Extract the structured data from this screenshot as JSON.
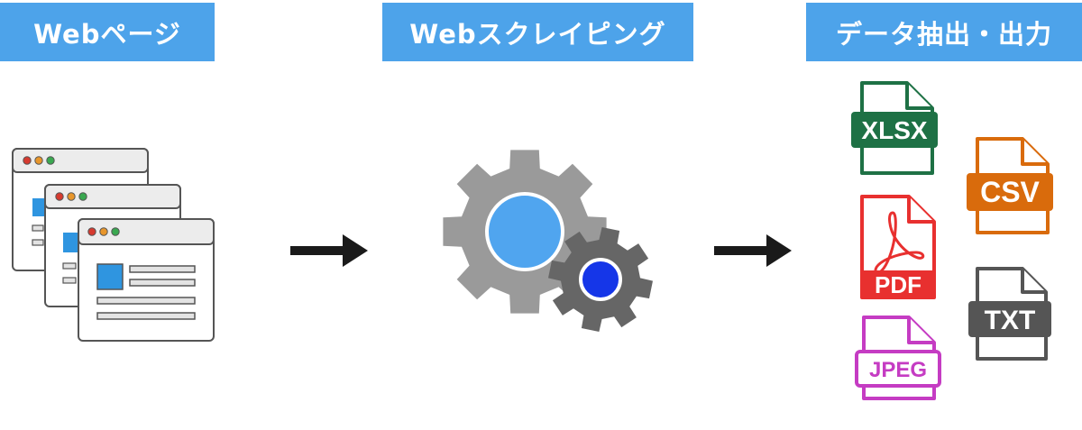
{
  "headers": {
    "webpage": "Webページ",
    "scraping": "Webスクレイピング",
    "output": "データ抽出・出力"
  },
  "file_labels": {
    "xlsx": "XLSX",
    "csv": "CSV",
    "pdf": "PDF",
    "txt": "TXT",
    "jpeg": "JPEG"
  },
  "colors": {
    "header_bg": "#4da3ea",
    "arrow": "#1a1a1a",
    "xlsx": "#1e7145",
    "csv": "#d96b0c",
    "pdf": "#e8302f",
    "txt": "#555555",
    "jpeg": "#c53cc3",
    "gear_large": "#9a9a9a",
    "gear_small": "#666666",
    "gear_large_center": "#50a5ef",
    "gear_small_center": "#1536e8"
  },
  "icons": {
    "browser_windows": "browser-windows-icon",
    "gears": "gears-icon",
    "arrow": "arrow-right-icon"
  }
}
